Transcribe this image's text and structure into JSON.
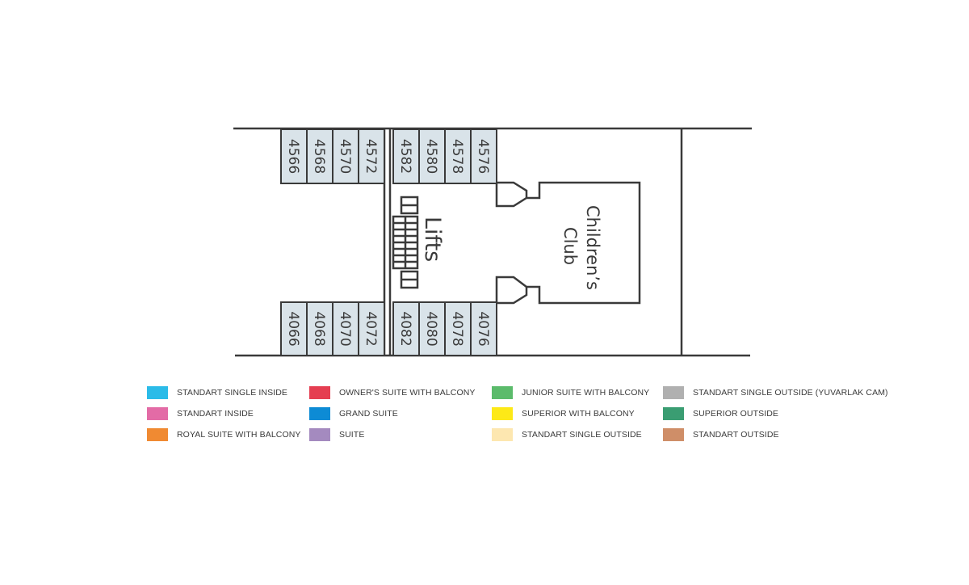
{
  "cabins": {
    "top_left": [
      "4566",
      "4568",
      "4570",
      "4572"
    ],
    "top_right": [
      "4582",
      "4580",
      "4578",
      "4576"
    ],
    "bottom_left": [
      "4066",
      "4068",
      "4070",
      "4072"
    ],
    "bottom_right": [
      "4082",
      "4080",
      "4078",
      "4076"
    ],
    "fill_color": "#d9e3e9"
  },
  "areas": {
    "lifts": "Lifts",
    "childrens_club_line1": "Children’s",
    "childrens_club_line2": "Club"
  },
  "legend": [
    {
      "label": "STANDART SINGLE INSIDE",
      "color": "#2bbbe8"
    },
    {
      "label": "STANDART INSIDE",
      "color": "#e36ba6"
    },
    {
      "label": "ROYAL SUITE WITH BALCONY",
      "color": "#f08a32"
    },
    {
      "label": "OWNER'S SUITE WITH BALCONY",
      "color": "#e53e51"
    },
    {
      "label": "GRAND SUITE",
      "color": "#0d8bd5"
    },
    {
      "label": "SUITE",
      "color": "#a48abf"
    },
    {
      "label": "JUNIOR SUITE WITH BALCONY",
      "color": "#5bbb6b"
    },
    {
      "label": "SUPERIOR WITH BALCONY",
      "color": "#fde917"
    },
    {
      "label": "STANDART SINGLE OUTSIDE",
      "color": "#fde7b0"
    },
    {
      "label": "STANDART SINGLE OUTSIDE (YUVARLAK CAM)",
      "color": "#b0b0b0"
    },
    {
      "label": "SUPERIOR OUTSIDE",
      "color": "#3a9d72"
    },
    {
      "label": "STANDART OUTSIDE",
      "color": "#cf8e68"
    }
  ]
}
